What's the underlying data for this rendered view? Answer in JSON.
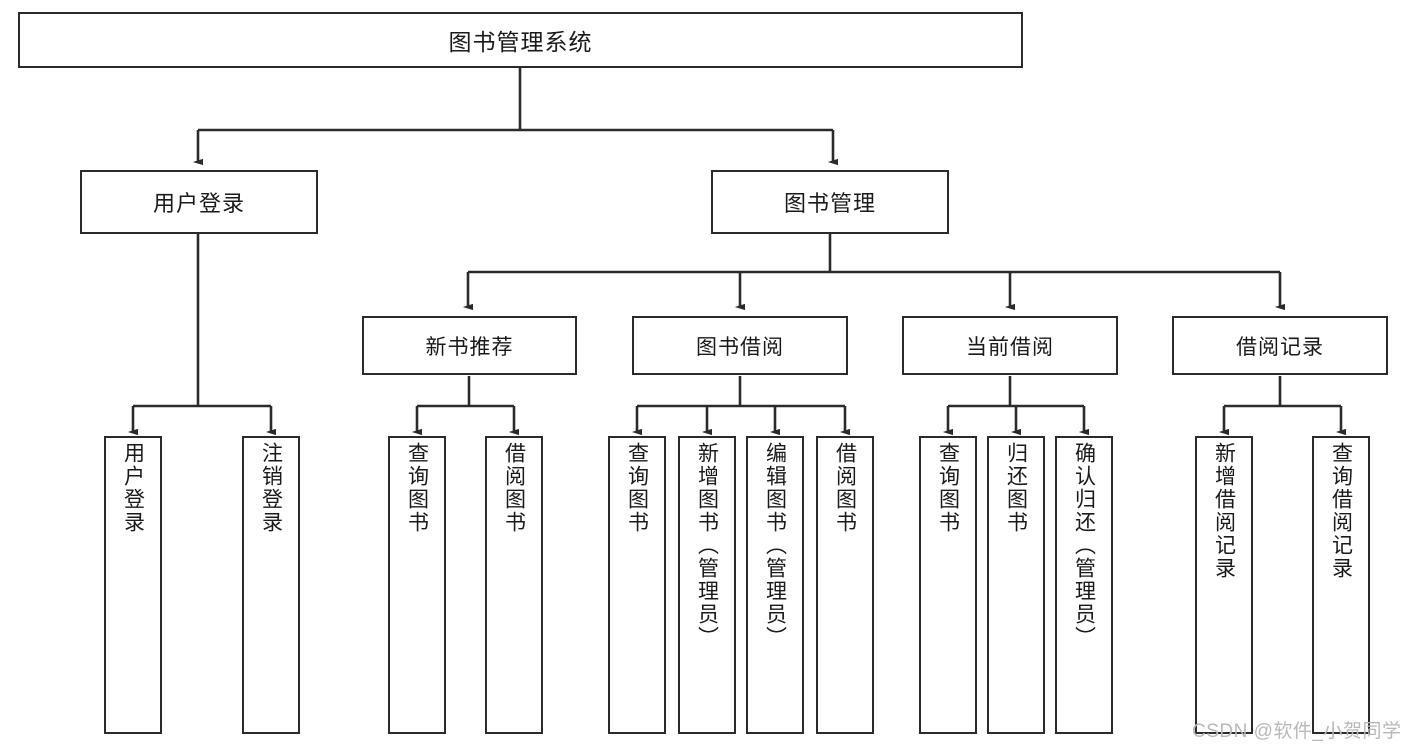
{
  "diagram": {
    "title": "图书管理系统",
    "watermark": "CSDN @软件_小贺同学",
    "colors": {
      "stroke": "#2b2b2b",
      "fill": "#ffffff",
      "text": "#1a1a1a",
      "watermark": "#b9b9b9"
    },
    "nodes": {
      "root": "图书管理系统",
      "level2": [
        "用户登录",
        "图书管理"
      ],
      "level3": [
        "新书推荐",
        "图书借阅",
        "当前借阅",
        "借阅记录"
      ],
      "leaves": {
        "user_login": [
          "用户登录",
          "注销登录"
        ],
        "new_book": [
          "查询图书",
          "借阅图书"
        ],
        "borrow_book": [
          "查询图书",
          "新增图书（管理员）",
          "编辑图书（管理员）",
          "借阅图书"
        ],
        "current_borrow": [
          "查询图书",
          "归还图书",
          "确认归还（管理员）"
        ],
        "borrow_record": [
          "新增借阅记录",
          "查询借阅记录"
        ]
      }
    }
  }
}
